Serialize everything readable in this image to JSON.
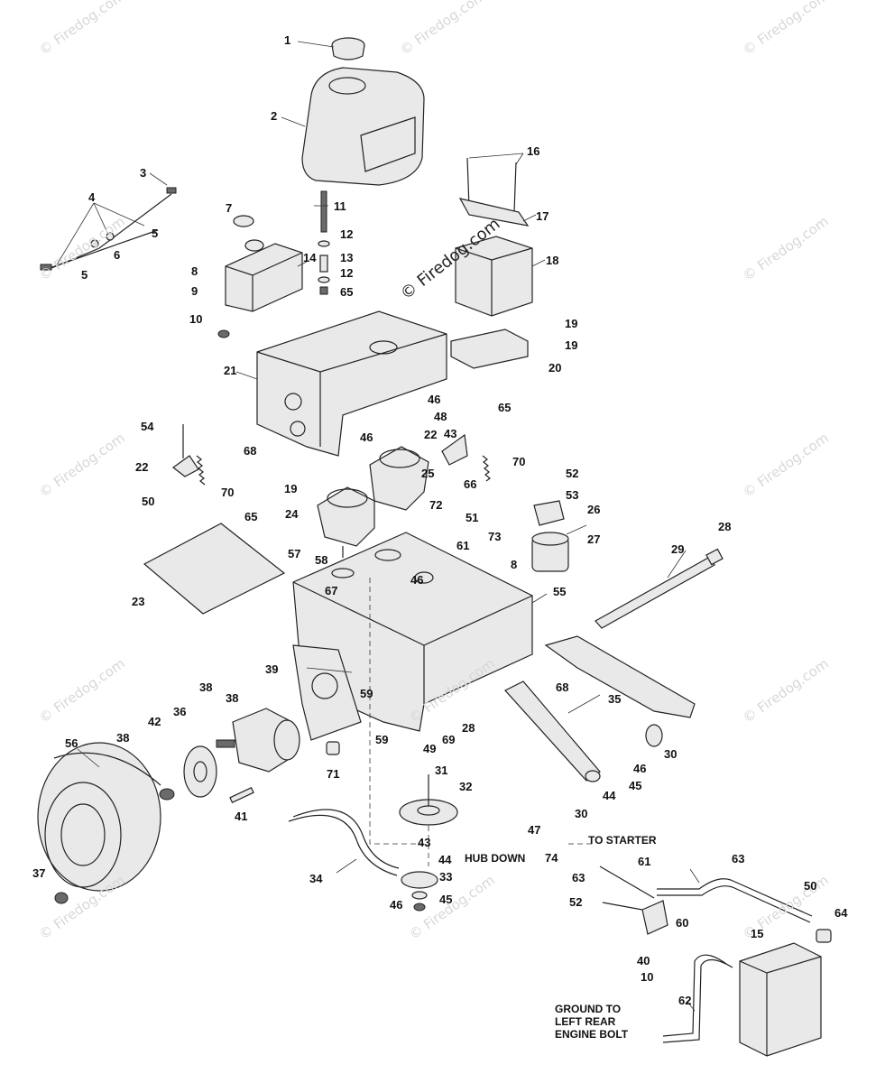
{
  "watermark": "© Firedog.com",
  "notes": {
    "to_starter": "TO STARTER",
    "hub_down": "HUB DOWN",
    "ground_1": "GROUND TO",
    "ground_2": "LEFT REAR",
    "ground_3": "ENGINE BOLT"
  },
  "callouts": [
    "1",
    "2",
    "3",
    "4",
    "5",
    "6",
    "5",
    "7",
    "8",
    "9",
    "10",
    "11",
    "12",
    "13",
    "12",
    "65",
    "14",
    "16",
    "17",
    "18",
    "19",
    "19",
    "20",
    "21",
    "46",
    "48",
    "65",
    "22",
    "43",
    "54",
    "22",
    "70",
    "68",
    "46",
    "19",
    "70",
    "25",
    "66",
    "72",
    "51",
    "52",
    "53",
    "26",
    "27",
    "28",
    "29",
    "50",
    "65",
    "24",
    "57",
    "58",
    "73",
    "8",
    "61",
    "46",
    "67",
    "55",
    "23",
    "38",
    "39",
    "68",
    "35",
    "56",
    "42",
    "36",
    "38",
    "38",
    "59",
    "59",
    "49",
    "69",
    "28",
    "30",
    "46",
    "45",
    "44",
    "71",
    "41",
    "31",
    "32",
    "47",
    "30",
    "43",
    "44",
    "HUB",
    "74",
    "61",
    "63",
    "37",
    "34",
    "33",
    "63",
    "52",
    "50",
    "64",
    "46",
    "45",
    "60",
    "15",
    "40",
    "10",
    "62"
  ]
}
